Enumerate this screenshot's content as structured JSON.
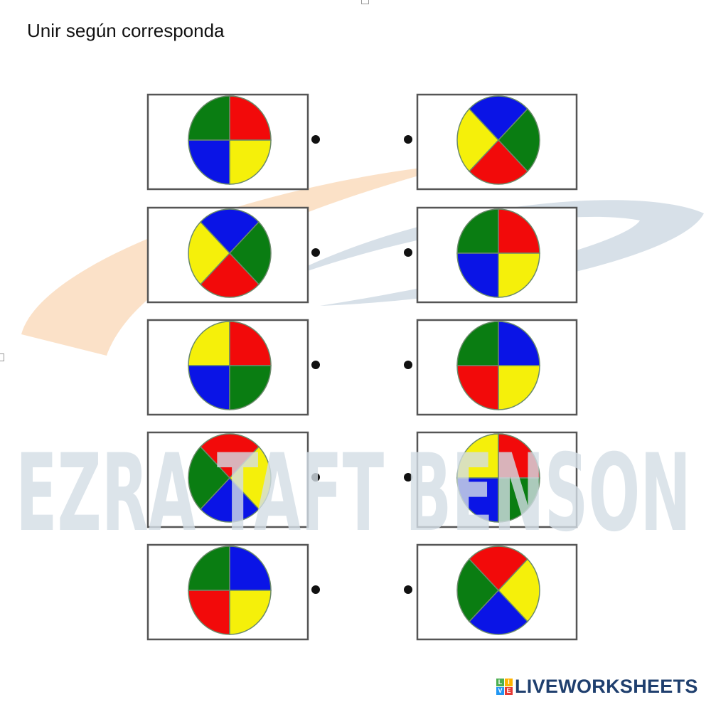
{
  "title": "Unir según corresponda",
  "watermark": "EZRA TAFT BENSON",
  "logo": {
    "text": "LIVEWORKSHEETS",
    "mark": [
      "L",
      "I",
      "V",
      "E"
    ]
  },
  "colors": {
    "green": "#0a7d12",
    "red": "#f20a0a",
    "blue": "#0a14e6",
    "yellow": "#f5f00a"
  },
  "rows": [
    {
      "left": {
        "style": "straight",
        "q": [
          "green",
          "red",
          "blue",
          "yellow"
        ]
      },
      "right": {
        "style": "diagonal",
        "q": [
          "blue",
          "green",
          "red",
          "yellow"
        ]
      }
    },
    {
      "left": {
        "style": "diagonal",
        "q": [
          "blue",
          "green",
          "red",
          "yellow"
        ]
      },
      "right": {
        "style": "straight",
        "q": [
          "green",
          "red",
          "blue",
          "yellow"
        ]
      }
    },
    {
      "left": {
        "style": "straight",
        "q": [
          "yellow",
          "red",
          "blue",
          "green"
        ]
      },
      "right": {
        "style": "straight",
        "q": [
          "green",
          "blue",
          "red",
          "yellow"
        ]
      }
    },
    {
      "left": {
        "style": "diagonal",
        "q": [
          "red",
          "yellow",
          "blue",
          "green"
        ]
      },
      "right": {
        "style": "straight",
        "q": [
          "yellow",
          "red",
          "blue",
          "green"
        ]
      }
    },
    {
      "left": {
        "style": "straight",
        "q": [
          "green",
          "blue",
          "red",
          "yellow"
        ]
      },
      "right": {
        "style": "diagonal",
        "q": [
          "red",
          "yellow",
          "blue",
          "green"
        ]
      }
    }
  ]
}
